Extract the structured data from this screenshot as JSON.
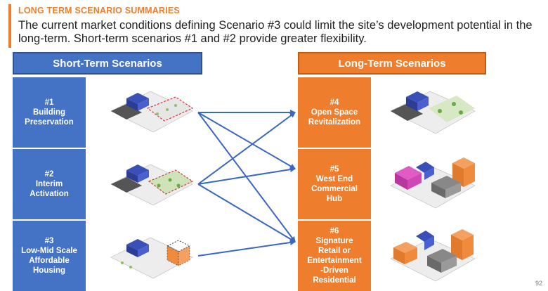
{
  "header": {
    "kicker": "LONG TERM SCENARIO SUMMARIES",
    "subtitle": "The current market conditions defining Scenario #3 could limit the site’s development potential in the long-term. Short-term scenarios #1 and #2 provide greater flexibility."
  },
  "short_term": {
    "title": "Short-Term Scenarios",
    "items": [
      {
        "label": "#1\nBuilding\nPreservation"
      },
      {
        "label": "#2\nInterim\nActivation"
      },
      {
        "label": "#3\nLow-Mid Scale\nAffordable\nHousing"
      }
    ]
  },
  "long_term": {
    "title": "Long-Term Scenarios",
    "items": [
      {
        "label": "#4\nOpen Space\nRevitalization"
      },
      {
        "label": "#5\nWest End\nCommercial\nHub"
      },
      {
        "label": "#6\nSignature\nRetail or\nEntertainment\n-Driven\nResidential"
      }
    ]
  },
  "connections": [
    [
      1,
      4
    ],
    [
      1,
      5
    ],
    [
      1,
      6
    ],
    [
      2,
      4
    ],
    [
      2,
      5
    ],
    [
      2,
      6
    ],
    [
      3,
      6
    ]
  ],
  "colors": {
    "blue": "#4472c4",
    "orange": "#ef7d2e",
    "arrow": "#3a66c4"
  },
  "page_number": "92"
}
